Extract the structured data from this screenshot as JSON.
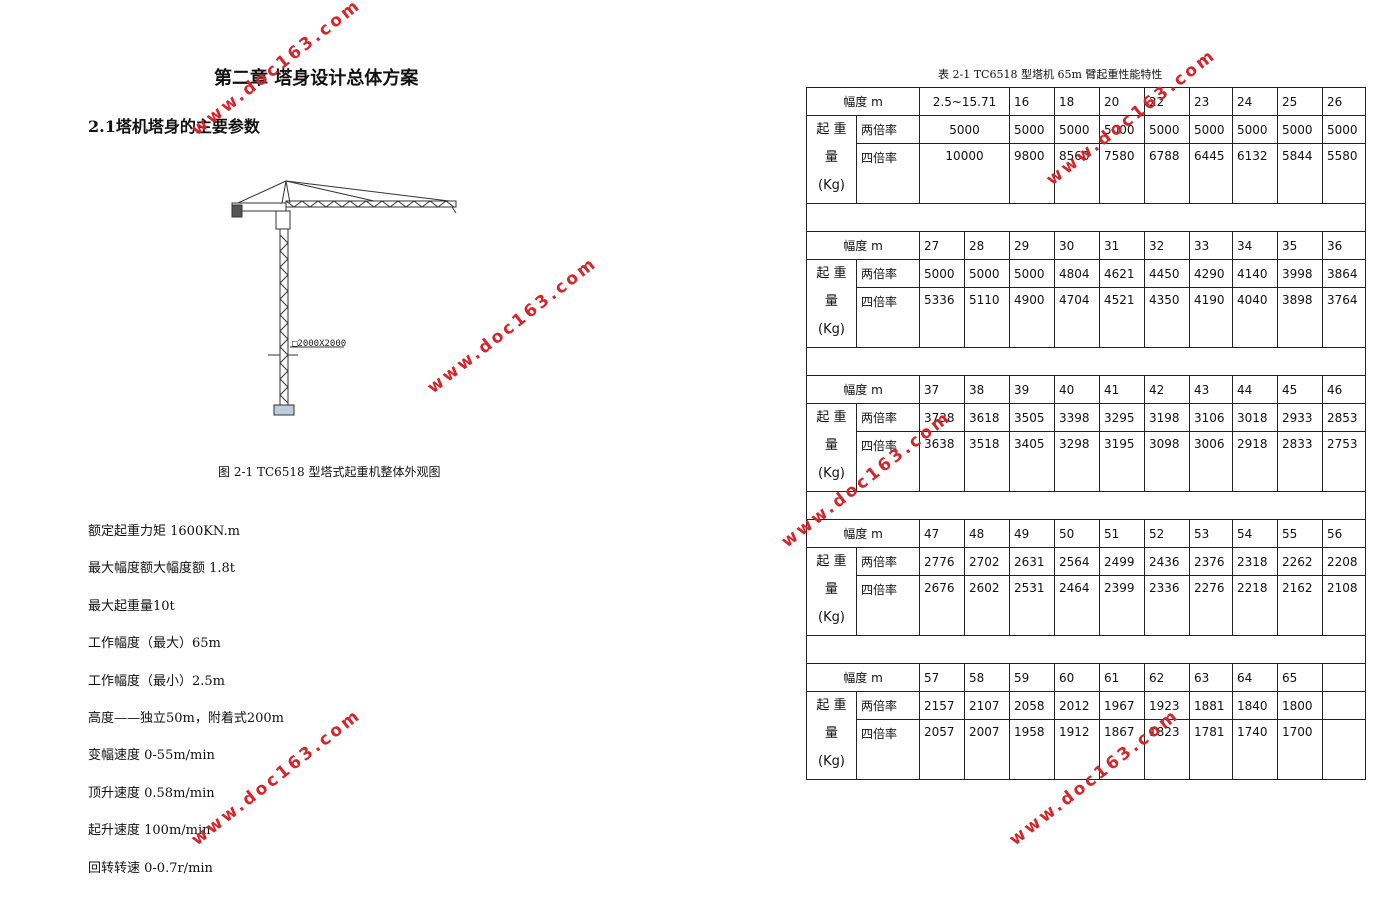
{
  "left": {
    "chapter_title": "第二章 塔身设计总体方案",
    "section_title": "2.1塔机塔身的主要参数",
    "figure_label": "□2000X2000",
    "figure_caption": "图 2-1 TC6518 型塔式起重机整体外观图",
    "params": [
      "额定起重力矩 1600KN.m",
      "最大幅度额大幅度额 1.8t",
      "最大起重量10t",
      "工作幅度（最大）65m",
      "工作幅度（最小）2.5m",
      "高度——独立50m，附着式200m",
      "变幅速度 0-55m/min",
      "顶升速度 0.58m/min",
      "起升速度 100m/min",
      "回转转速 0-0.7r/min"
    ]
  },
  "right": {
    "table_caption": "表 2-1 TC6518 型塔机 65m 臂起重性能特性",
    "row_label": {
      "line1": "起 重",
      "line2": "量",
      "line3": "(Kg)"
    },
    "header_label": "幅度  m",
    "sub_two": "两倍率",
    "sub_four": "四倍率",
    "blocks": [
      {
        "radius": [
          "2.5~15.71",
          "16",
          "18",
          "20",
          "22",
          "23",
          "24",
          "25",
          "26"
        ],
        "two": [
          "5000",
          "5000",
          "5000",
          "5000",
          "5000",
          "5000",
          "5000",
          "5000",
          "5000"
        ],
        "four": [
          "10000",
          "9800",
          "8560",
          "7580",
          "6788",
          "6445",
          "6132",
          "5844",
          "5580"
        ]
      },
      {
        "radius": [
          "27",
          "28",
          "29",
          "30",
          "31",
          "32",
          "33",
          "34",
          "35",
          "36"
        ],
        "two": [
          "5000",
          "5000",
          "5000",
          "4804",
          "4621",
          "4450",
          "4290",
          "4140",
          "3998",
          "3864"
        ],
        "four": [
          "5336",
          "5110",
          "4900",
          "4704",
          "4521",
          "4350",
          "4190",
          "4040",
          "3898",
          "3764"
        ]
      },
      {
        "radius": [
          "37",
          "38",
          "39",
          "40",
          "41",
          "42",
          "43",
          "44",
          "45",
          "46"
        ],
        "two": [
          "3738",
          "3618",
          "3505",
          "3398",
          "3295",
          "3198",
          "3106",
          "3018",
          "2933",
          "2853"
        ],
        "four": [
          "3638",
          "3518",
          "3405",
          "3298",
          "3195",
          "3098",
          "3006",
          "2918",
          "2833",
          "2753"
        ]
      },
      {
        "radius": [
          "47",
          "48",
          "49",
          "50",
          "51",
          "52",
          "53",
          "54",
          "55",
          "56"
        ],
        "two": [
          "2776",
          "2702",
          "2631",
          "2564",
          "2499",
          "2436",
          "2376",
          "2318",
          "2262",
          "2208"
        ],
        "four": [
          "2676",
          "2602",
          "2531",
          "2464",
          "2399",
          "2336",
          "2276",
          "2218",
          "2162",
          "2108"
        ]
      },
      {
        "radius": [
          "57",
          "58",
          "59",
          "60",
          "61",
          "62",
          "63",
          "64",
          "65",
          ""
        ],
        "two": [
          "2157",
          "2107",
          "2058",
          "2012",
          "1967",
          "1923",
          "1881",
          "1840",
          "1800",
          ""
        ],
        "four": [
          "2057",
          "2007",
          "1958",
          "1912",
          "1867",
          "1823",
          "1781",
          "1740",
          "1700",
          ""
        ]
      }
    ]
  },
  "watermark": "www.doc163.com",
  "colors": {
    "watermark": "#d4252a"
  }
}
